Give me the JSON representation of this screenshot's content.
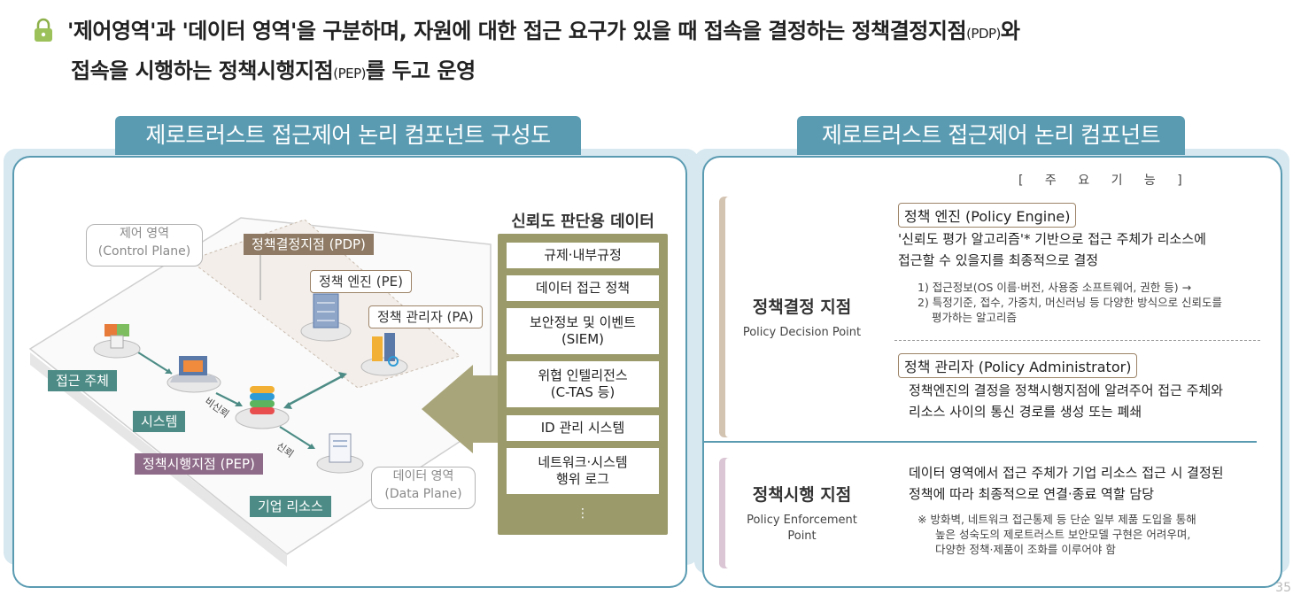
{
  "heading": {
    "line1_a": "'제어영역'과 '데이터 영역'을 구분하며, 자원에 대한 접근 요구가 있을 때 접속을 결정하는 정책결정지점",
    "line1_small": "(PDP)",
    "line1_b": "와",
    "line2_a": "접속을 시행하는 정책시행지점",
    "line2_small": "(PEP)",
    "line2_b": "를 두고 운영"
  },
  "left_panel": {
    "title": "제로트러스트 접근제어 논리 컴포넌트 구성도",
    "control_plane": "제어 영역",
    "control_plane_en": "(Control Plane)",
    "data_plane": "데이터 영역",
    "data_plane_en": "(Data Plane)",
    "pdp_label": "정책결정지점 (PDP)",
    "pe_label": "정책 엔진 (PE)",
    "pa_label": "정책 관리자 (PA)",
    "subject_label": "접근 주체",
    "system_label": "시스템",
    "pep_label": "정책시행지점 (PEP)",
    "resource_label": "기업 리소스",
    "untrusted": "비신뢰",
    "trusted": "신뢰",
    "trust_data_title": "신뢰도 판단용 데이터",
    "trust_data_items": [
      "규제·내부규정",
      "데이터 접근 정책",
      "보안정보 및 이벤트\n(SIEM)",
      "위협 인텔리전스\n(C-TAS 등)",
      "ID 관리 시스템",
      "네트워크·시스템\n행위 로그"
    ],
    "trust_data_more": "⋮"
  },
  "right_panel": {
    "title": "제로트러스트 접근제어 논리 컴포넌트",
    "key_functions": "[ 주 요 기 능 ]",
    "pdp_ko": "정책결정 지점",
    "pdp_en": "Policy Decision Point",
    "pe_title": "정책 엔진 (Policy Engine)",
    "pe_desc_1": "'신뢰도 평가 알고리즘'* 기반으로 접근 주체가 리소스에",
    "pe_desc_2": "접근할 수 있을지를 최종적으로 결정",
    "pe_note_1": "1) 접근정보(OS 이름·버전, 사용중 소프트웨어, 권한 등) →",
    "pe_note_2": "2) 특정기준, 접수, 가중치, 머신러닝 등 다양한 방식으로 신뢰도를",
    "pe_note_3": "평가하는 알고리즘",
    "pa_title": "정책 관리자 (Policy Administrator)",
    "pa_desc_1": "정책엔진의 결정을 정책시행지점에 알려주어 접근 주체와",
    "pa_desc_2": "리소스 사이의 통신 경로를 생성 또는 폐쇄",
    "pep_ko": "정책시행 지점",
    "pep_en_1": "Policy Enforcement",
    "pep_en_2": "Point",
    "pep_desc_1": "데이터 영역에서 접근 주체가 기업 리소스 접근 시 결정된",
    "pep_desc_2": "정책에 따라 최종적으로 연결·종료 역할 담당",
    "pep_note_1": "※  방화벽, 네트워크 접근통제 등 단순 일부 제품 도입을 통해",
    "pep_note_2": "높은 성숙도의 제로트러스트 보안모델 구현은 어려우며,",
    "pep_note_3": "다양한 정책·제품이 조화를 이루어야 함"
  },
  "page_ref": "35",
  "colors": {
    "accent_blue": "#5a9bb2",
    "teal": "#4d8c86",
    "brown": "#8f7b65",
    "purple": "#8e6b88",
    "olive": "#9a9a6a"
  }
}
